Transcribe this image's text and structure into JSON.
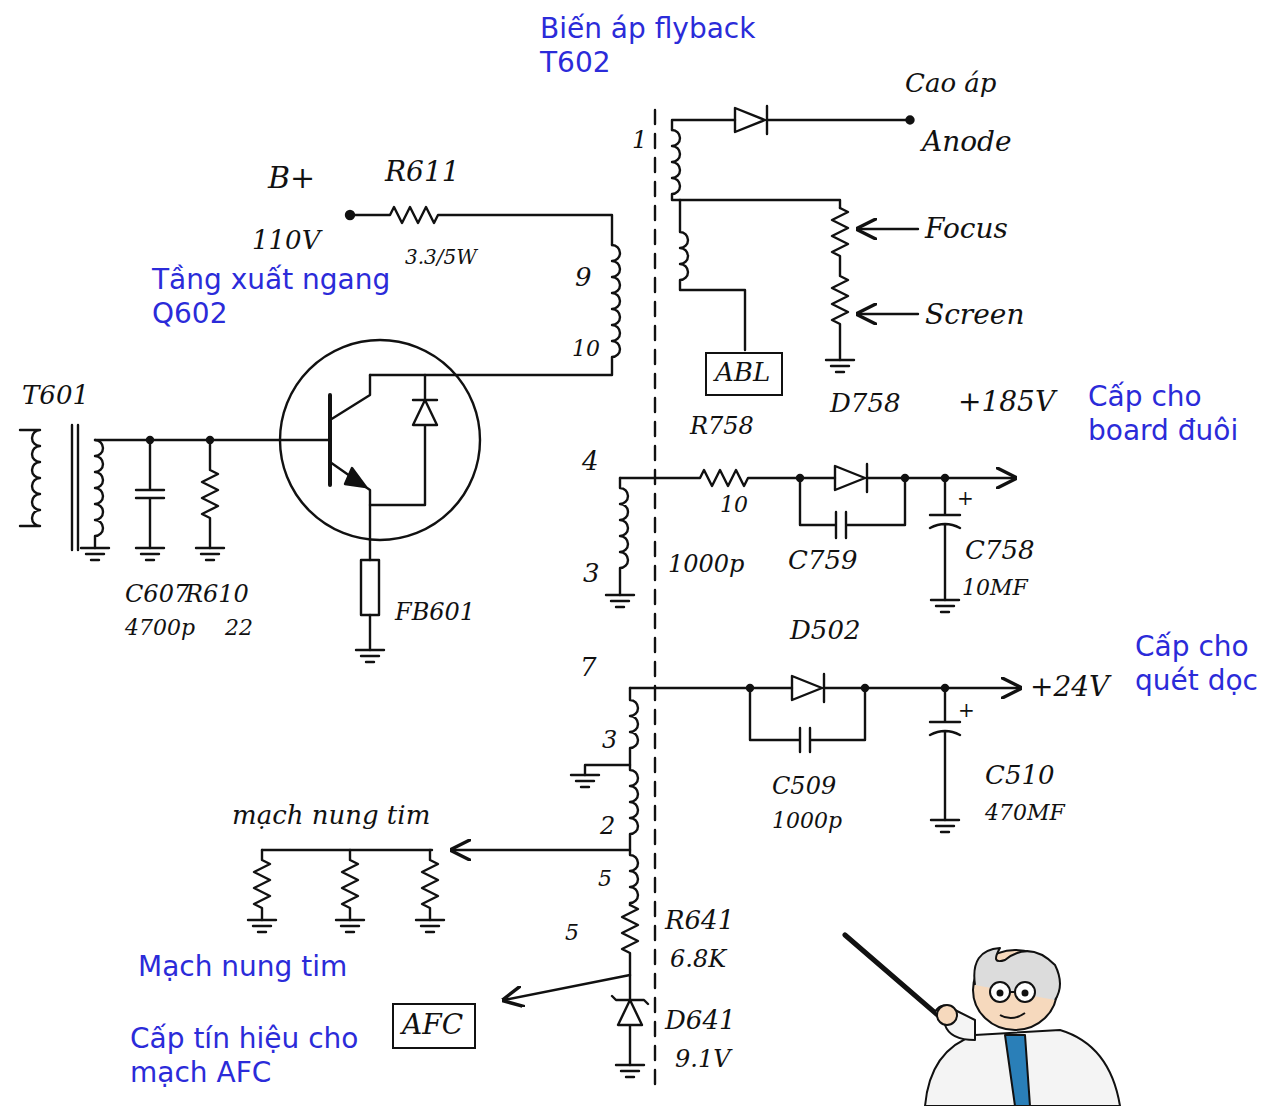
{
  "diagram": {
    "nodes": [
      {
        "text": [
          "ABL"
        ]
      },
      {
        "text": [
          "AFC"
        ]
      }
    ],
    "labels": [
      "Biến áp flyback T602",
      "Cao áp",
      "Anode",
      "Focus",
      "Screen",
      "1",
      "B+",
      "110V",
      "R611",
      "3.3/5W",
      "Tầng xuất ngang Q602",
      "9",
      "10",
      "T601",
      "C607",
      "4700p",
      "R610",
      "22",
      "FB601",
      "4",
      "R758",
      "10",
      "D758",
      "+185V",
      "Cấp cho board đuôi",
      "3",
      "1000p",
      "C759",
      "C758",
      "10MF",
      "7",
      "D502",
      "+24V",
      "Cấp cho quét dọc",
      "C509",
      "1000p",
      "C510",
      "470MF",
      "3",
      "2",
      "5",
      "mạch nung tim",
      "R641",
      "6.8K",
      "5",
      "D641",
      "9.1V",
      "Mạch nung tim",
      "Cấp tín hiệu cho mạch AFC",
      "+",
      "+"
    ]
  }
}
